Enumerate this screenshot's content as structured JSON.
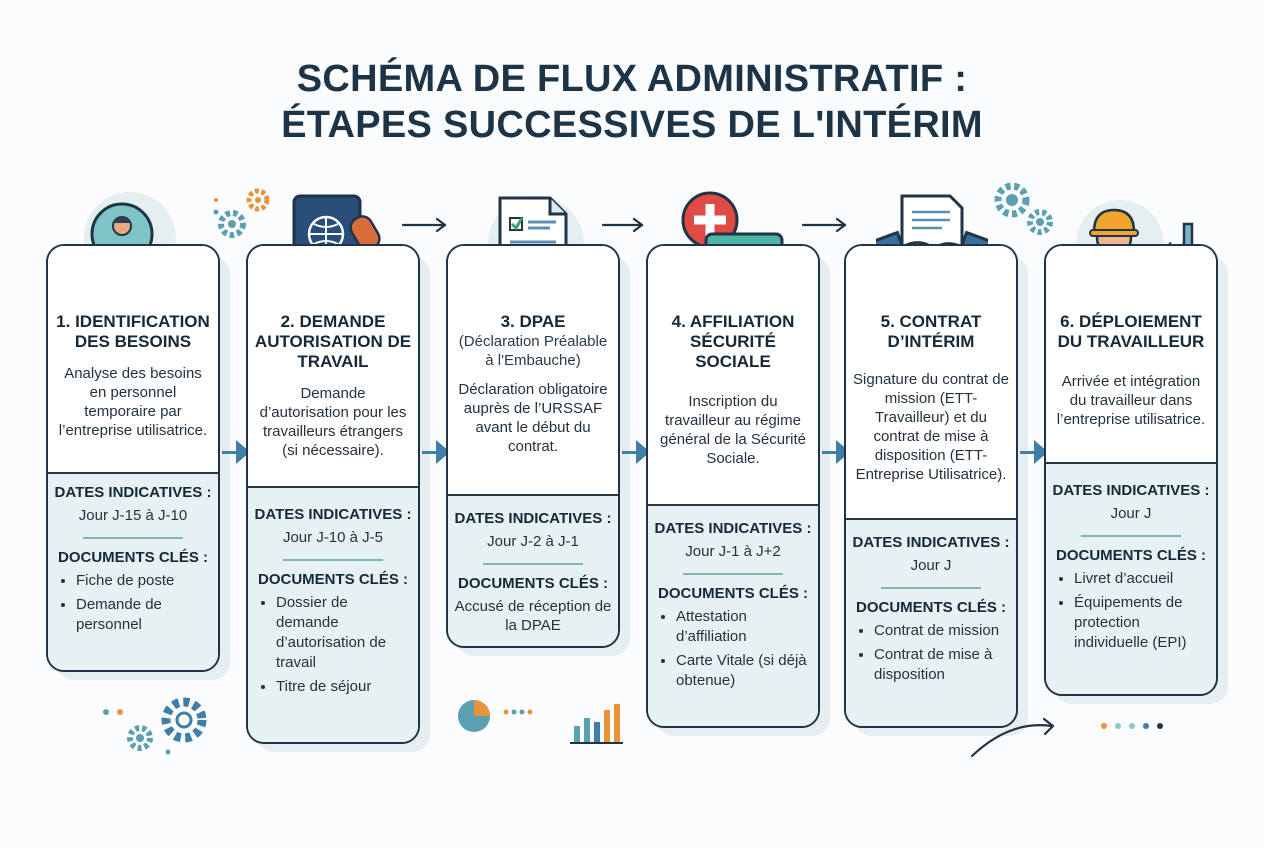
{
  "title": {
    "line1": "SCHÉMA DE FLUX ADMINISTRATIF :",
    "line2": "ÉTAPES SUCCESSIVES DE L'INTÉRIM"
  },
  "colors": {
    "navy": "#1f3446",
    "teal": "#4f9fa3",
    "light_teal": "#e7f0f2",
    "arrow_blue": "#3f7ea6",
    "orange": "#e8923a",
    "red": "#e04a44"
  },
  "steps": [
    {
      "title": "1. IDENTIFICATION DES BESOINS",
      "subtitle": "",
      "description": "Analyse des besoins en personnel temporaire par l’entreprise utilisatrice.",
      "dates_label": "DATES INDICATIVES :",
      "dates_value": "Jour J-15 à J-10",
      "docs_label": "DOCUMENTS CLÉS :",
      "docs": [
        "Fiche de poste",
        "Demande de personnel"
      ],
      "icon": "magnifier-person-icon"
    },
    {
      "title": "2. DEMANDE AUTORISATION DE TRAVAIL",
      "subtitle": "",
      "description": "Demande d’autorisation pour les travailleurs étrangers (si nécessaire).",
      "dates_label": "DATES INDICATIVES :",
      "dates_value": "Jour J-10 à J-5",
      "docs_label": "DOCUMENTS CLÉS :",
      "docs": [
        "Dossier de demande d’autorisation de travail",
        "Titre de séjour"
      ],
      "icon": "passport-stamp-icon"
    },
    {
      "title": "3. DPAE",
      "subtitle": "(Déclaration Préalable à l'Embauche)",
      "description": "Déclaration obligatoire auprès de l’URSSAF avant le début du contrat.",
      "dates_label": "DATES INDICATIVES :",
      "dates_value": "Jour J-2 à J-1",
      "docs_label": "DOCUMENTS CLÉS :",
      "docs_text": "Accusé de réception de la DPAE",
      "icon": "document-check-icon"
    },
    {
      "title": "4. AFFILIATION SÉCURITÉ SOCIALE",
      "subtitle": "",
      "description": "Inscription du travailleur au régime général de la Sécurité Sociale.",
      "dates_label": "DATES INDICATIVES :",
      "dates_value": "Jour J-1 à J+2",
      "docs_label": "DOCUMENTS CLÉS :",
      "docs": [
        "Attestation d’affiliation",
        "Carte Vitale (si déjà obtenue)"
      ],
      "icon": "health-card-icon"
    },
    {
      "title": "5. CONTRAT D’INTÉRIM",
      "subtitle": "",
      "description": "Signature du contrat de mission (ETT-Travailleur) et du contrat de mise à disposition (ETT-Entreprise Utilisatrice).",
      "dates_label": "DATES INDICATIVES :",
      "dates_value": "Jour J",
      "docs_label": "DOCUMENTS CLÉS :",
      "docs": [
        "Contrat de mission",
        "Contrat de mise à disposition"
      ],
      "icon": "handshake-contract-icon"
    },
    {
      "title": "6. DÉPLOIEMENT DU TRAVAILLEUR",
      "subtitle": "",
      "description": "Arrivée et intégration du travailleur dans l’entreprise utilisatrice.",
      "dates_label": "DATES INDICATIVES :",
      "dates_value": "Jour J",
      "docs_label": "DOCUMENTS CLÉS :",
      "docs": [
        "Livret d’accueil",
        "Équipements de protection individuelle (EPI)"
      ],
      "icon": "worker-factory-icon"
    }
  ]
}
